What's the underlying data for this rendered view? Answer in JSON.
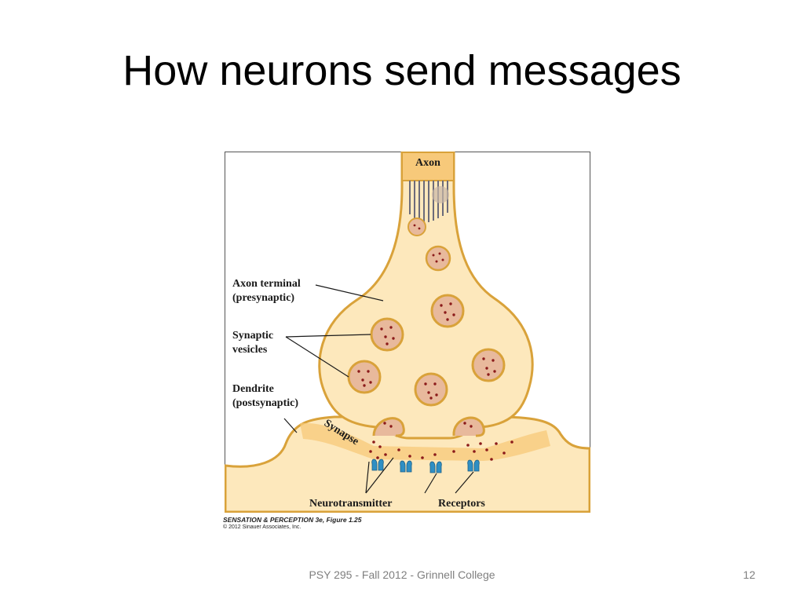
{
  "slide": {
    "title": "How neurons send messages",
    "footer": "PSY 295 - Fall 2012 - Grinnell College",
    "page_number": "12"
  },
  "figure": {
    "labels": {
      "axon": "Axon",
      "axon_terminal_1": "Axon terminal",
      "axon_terminal_2": "(presynaptic)",
      "synaptic_1": "Synaptic",
      "synaptic_2": "vesicles",
      "dendrite_1": "Dendrite",
      "dendrite_2": "(postsynaptic)",
      "synapse": "Synapse",
      "neurotransmitter": "Neurotransmitter",
      "receptors": "Receptors"
    },
    "credit_line_1": "SENSATION & PERCEPTION 3e, Figure 1.25",
    "credit_line_2": "© 2012 Sinauer Associates, Inc.",
    "colors": {
      "cell_fill": "#fde8bc",
      "cell_outline": "#d9a23a",
      "axon_fill": "#f7c97a",
      "vesicle_fill": "#e8b99c",
      "dot": "#8b1a1a",
      "receptor": "#2f8fc4",
      "frame": "#555555"
    }
  }
}
